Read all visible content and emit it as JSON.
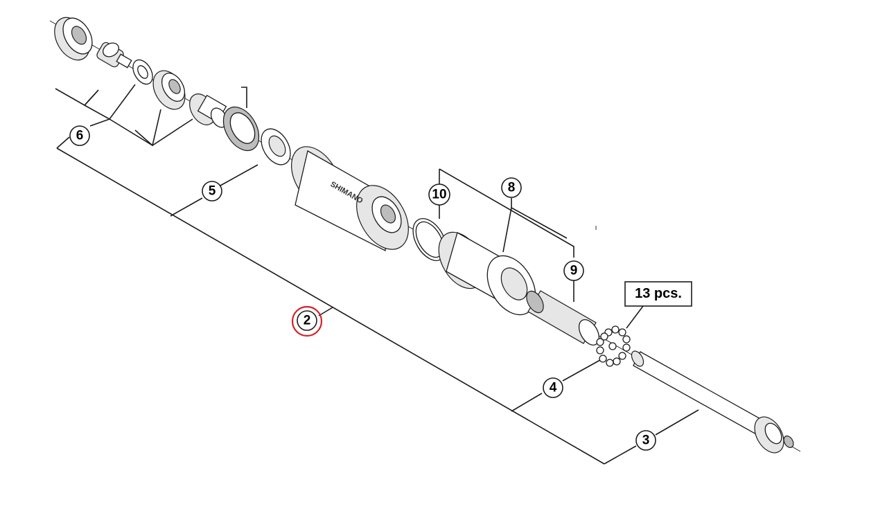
{
  "callouts": {
    "c2": "2",
    "c3": "3",
    "c4": "4",
    "c5": "5",
    "c6": "6",
    "c8": "8",
    "c9": "9",
    "c10": "10"
  },
  "quantity_label": "13 pcs.",
  "hub_brand": "SHIMANO",
  "highlight_color": "#d4202a"
}
